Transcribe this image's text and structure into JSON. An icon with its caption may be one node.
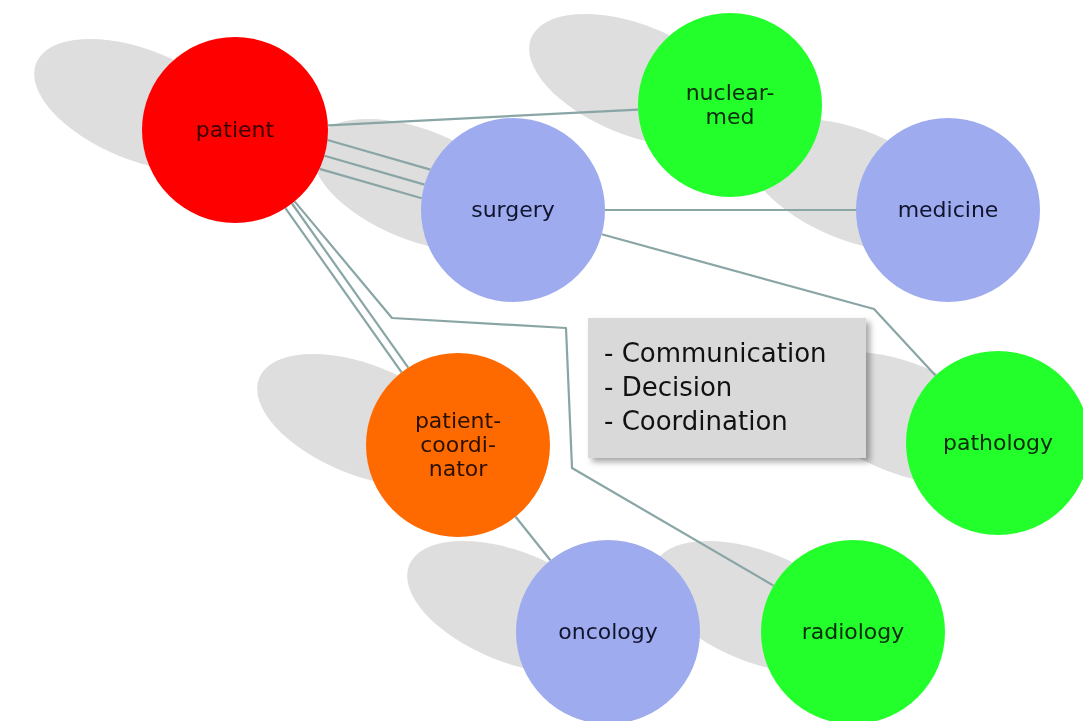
{
  "diagram": {
    "nodes": [
      {
        "text": [
          "patient"
        ]
      },
      {
        "text": [
          "nuclear- med"
        ]
      },
      {
        "text": [
          "surgery"
        ]
      },
      {
        "text": [
          "medicine"
        ]
      },
      {
        "text": [
          "- Communication",
          "- Decision",
          "- Coordination"
        ]
      },
      {
        "text": [
          "patient- coordi- nator"
        ]
      },
      {
        "text": [
          "pathology"
        ]
      },
      {
        "text": [
          "oncology"
        ]
      },
      {
        "text": [
          "radiology"
        ]
      }
    ],
    "edges": [
      {
        "from": 0,
        "to": 1,
        "arrow": "none"
      },
      {
        "from": 0,
        "to": 2,
        "arrow": "none"
      },
      {
        "from": 0,
        "to": 2,
        "arrow": "none"
      },
      {
        "from": 0,
        "to": 2,
        "arrow": "none"
      },
      {
        "from": 2,
        "to": 3,
        "arrow": "none"
      },
      {
        "from": 2,
        "to": 6,
        "arrow": "none"
      },
      {
        "from": 0,
        "to": 5,
        "arrow": "none"
      },
      {
        "from": 0,
        "to": 5,
        "arrow": "none"
      },
      {
        "from": 5,
        "to": 7,
        "arrow": "none"
      },
      {
        "from": 0,
        "to": 8,
        "arrow": "none"
      }
    ]
  }
}
